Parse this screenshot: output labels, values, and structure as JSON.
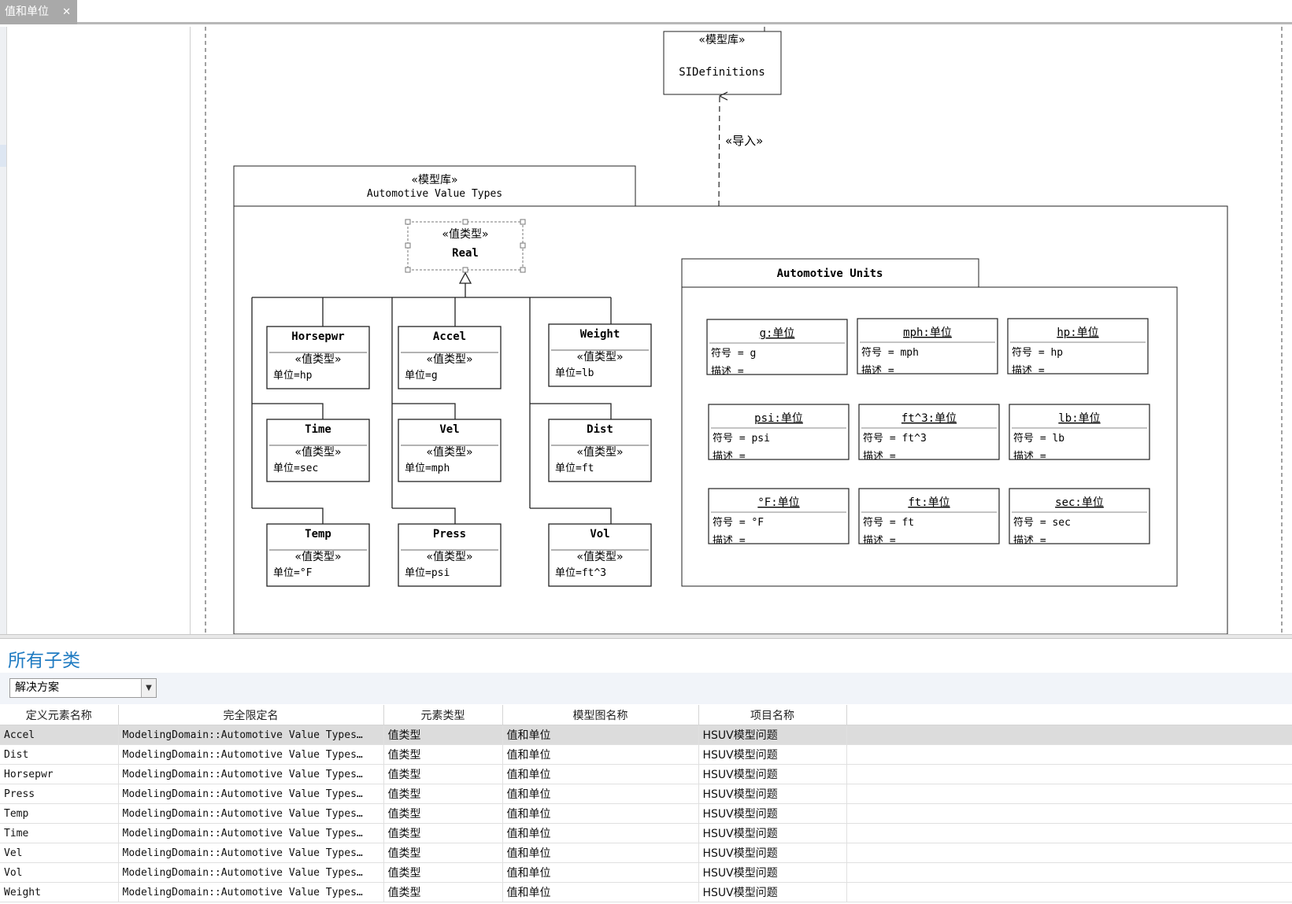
{
  "tab": {
    "title": "值和单位",
    "close": "✕"
  },
  "diagram": {
    "si_package": {
      "stereotype": "«模型库»",
      "name": "SIDefinitions"
    },
    "import_label": "«导入»",
    "auto_package": {
      "stereotype": "«模型库»",
      "name": "Automotive Value Types"
    },
    "real": {
      "stereotype": "«值类型»",
      "name": "Real"
    },
    "value_types": [
      {
        "name": "Horsepwr",
        "stereotype": "«值类型»",
        "unit": "单位=hp"
      },
      {
        "name": "Accel",
        "stereotype": "«值类型»",
        "unit": "单位=g"
      },
      {
        "name": "Weight",
        "stereotype": "«值类型»",
        "unit": "单位=lb"
      },
      {
        "name": "Time",
        "stereotype": "«值类型»",
        "unit": "单位=sec"
      },
      {
        "name": "Vel",
        "stereotype": "«值类型»",
        "unit": "单位=mph"
      },
      {
        "name": "Dist",
        "stereotype": "«值类型»",
        "unit": "单位=ft"
      },
      {
        "name": "Temp",
        "stereotype": "«值类型»",
        "unit": "单位=°F"
      },
      {
        "name": "Press",
        "stereotype": "«值类型»",
        "unit": "单位=psi"
      },
      {
        "name": "Vol",
        "stereotype": "«值类型»",
        "unit": "单位=ft^3"
      }
    ],
    "units_package": {
      "name": "Automotive Units"
    },
    "units": [
      {
        "title": "g:单位",
        "symbol": "符号 = g",
        "desc": "描述 ="
      },
      {
        "title": "mph:单位",
        "symbol": "符号 = mph",
        "desc": "描述 ="
      },
      {
        "title": "hp:单位",
        "symbol": "符号 = hp",
        "desc": "描述 ="
      },
      {
        "title": "psi:单位",
        "symbol": "符号 = psi",
        "desc": "描述 ="
      },
      {
        "title": "ft^3:单位",
        "symbol": "符号 = ft^3",
        "desc": "描述 ="
      },
      {
        "title": "lb:单位",
        "symbol": "符号 = lb",
        "desc": "描述 ="
      },
      {
        "title": "°F:单位",
        "symbol": "符号 = °F",
        "desc": "描述 ="
      },
      {
        "title": "ft:单位",
        "symbol": "符号 = ft",
        "desc": "描述 ="
      },
      {
        "title": "sec:单位",
        "symbol": "符号 = sec",
        "desc": "描述 ="
      }
    ]
  },
  "panel": {
    "title": "所有子类",
    "scope_select": "解决方案",
    "columns": [
      "定义元素名称",
      "完全限定名",
      "元素类型",
      "模型图名称",
      "项目名称"
    ],
    "rows": [
      [
        "Accel",
        "ModelingDomain::Automotive Value Types…",
        "值类型",
        "值和单位",
        "HSUV模型问题"
      ],
      [
        "Dist",
        "ModelingDomain::Automotive Value Types…",
        "值类型",
        "值和单位",
        "HSUV模型问题"
      ],
      [
        "Horsepwr",
        "ModelingDomain::Automotive Value Types…",
        "值类型",
        "值和单位",
        "HSUV模型问题"
      ],
      [
        "Press",
        "ModelingDomain::Automotive Value Types…",
        "值类型",
        "值和单位",
        "HSUV模型问题"
      ],
      [
        "Temp",
        "ModelingDomain::Automotive Value Types…",
        "值类型",
        "值和单位",
        "HSUV模型问题"
      ],
      [
        "Time",
        "ModelingDomain::Automotive Value Types…",
        "值类型",
        "值和单位",
        "HSUV模型问题"
      ],
      [
        "Vel",
        "ModelingDomain::Automotive Value Types…",
        "值类型",
        "值和单位",
        "HSUV模型问题"
      ],
      [
        "Vol",
        "ModelingDomain::Automotive Value Types…",
        "值类型",
        "值和单位",
        "HSUV模型问题"
      ],
      [
        "Weight",
        "ModelingDomain::Automotive Value Types…",
        "值类型",
        "值和单位",
        "HSUV模型问题"
      ]
    ]
  }
}
